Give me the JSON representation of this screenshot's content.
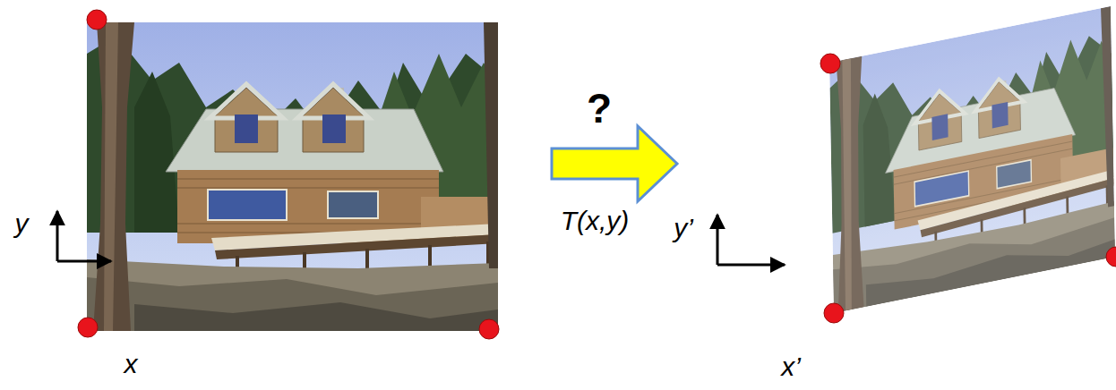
{
  "diagram": {
    "labels": [
      "?",
      "T(x,y)",
      "y",
      "x",
      "y’",
      "x’"
    ]
  }
}
